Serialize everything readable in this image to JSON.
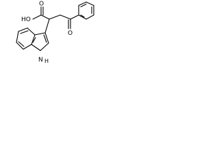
{
  "molecule": {
    "labels": {
      "acid_oh": "HO",
      "acid_o": "O",
      "ketone_o": "O",
      "indole_n": "N",
      "indole_h": "H"
    }
  }
}
